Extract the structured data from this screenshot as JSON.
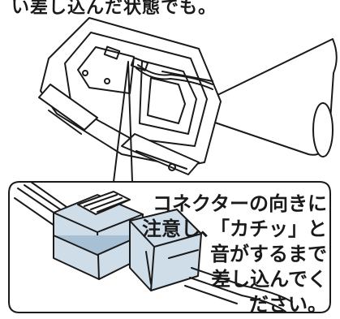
{
  "top_caption": "い差し込んだ状態でも。",
  "callout": {
    "lines": [
      "コネクターの向きに",
      "注意し、「カチッ」と",
      "音がするまで",
      "差し込んでく",
      "ださい。"
    ]
  },
  "colors": {
    "line": "#1a1a1a",
    "connector_fill": "#cfdde9",
    "connector_shadow": "#a8c0d4"
  }
}
